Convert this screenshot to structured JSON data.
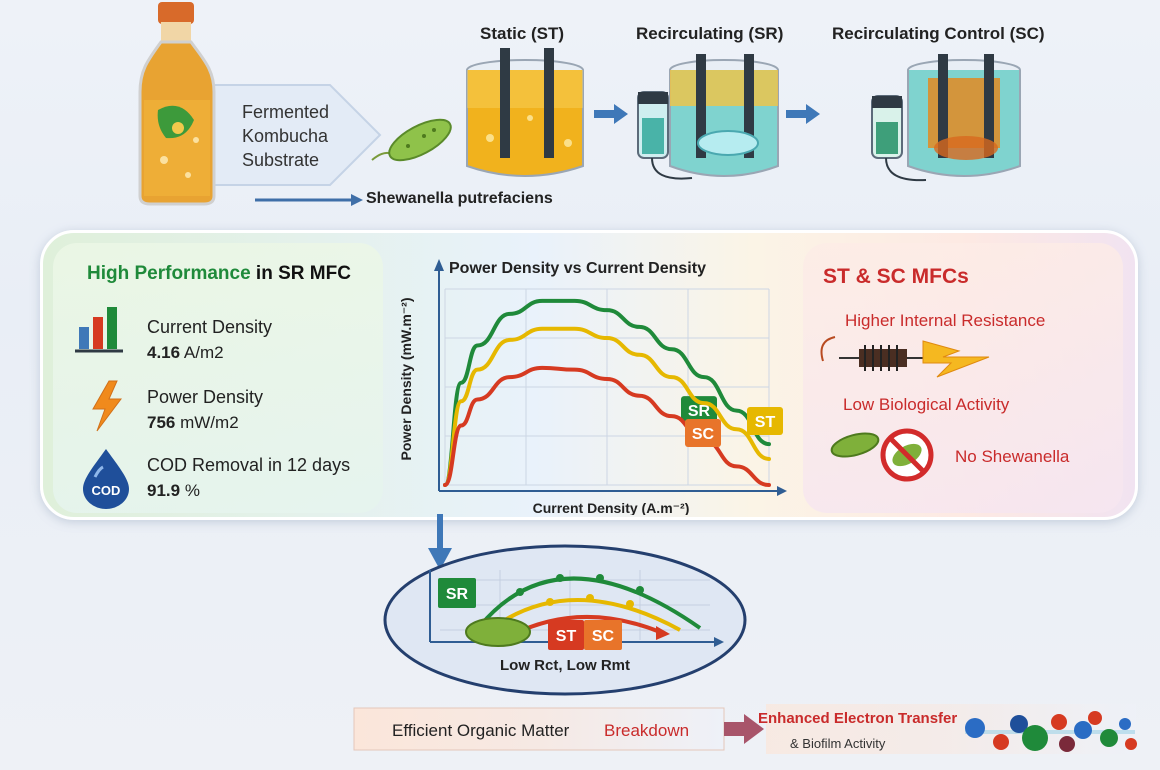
{
  "top": {
    "bottle_label": [
      "Fermented",
      "Kombucha",
      "Substrate"
    ],
    "bacteria_label": "Shewanella putrefaciens",
    "reactors": [
      {
        "title": "Static (ST)"
      },
      {
        "title": "Recirculating (SR)"
      },
      {
        "title": "Recirculating Control (SC)"
      }
    ]
  },
  "left_panel": {
    "title_strong": "High Performance",
    "title_rest": " in SR MFC",
    "metrics": [
      {
        "label": "Current Density",
        "value": "4.16",
        "unit": " A/m2",
        "icon": "bar-chart-icon"
      },
      {
        "label": "Power Density",
        "value": "756",
        "unit": " mW/m2",
        "icon": "lightning-icon"
      },
      {
        "label": "COD Removal in 12 days",
        "value": "91.9",
        "unit": " %",
        "icon": "cod-drop-icon"
      }
    ],
    "cod_text": "COD"
  },
  "chart_data": {
    "type": "line",
    "title": "Power Density vs Current Density",
    "xlabel": "Current Density (A.m⁻²)",
    "ylabel": "Power Density (mW.m⁻²)",
    "x": [
      0,
      0.05,
      0.1,
      0.2,
      0.3,
      0.4,
      0.5,
      0.6,
      0.7,
      0.8,
      0.9,
      1.0
    ],
    "series": [
      {
        "name": "SR",
        "color": "#1f8a3a",
        "values": [
          0,
          0.55,
          0.75,
          0.92,
          0.99,
          0.99,
          0.94,
          0.85,
          0.73,
          0.58,
          0.4,
          0.22
        ]
      },
      {
        "name": "ST",
        "color": "#e6b800",
        "values": [
          0,
          0.45,
          0.62,
          0.78,
          0.84,
          0.84,
          0.79,
          0.7,
          0.58,
          0.44,
          0.3,
          0.14
        ]
      },
      {
        "name": "SC",
        "color": "#d63a21",
        "values": [
          0,
          0.32,
          0.46,
          0.58,
          0.63,
          0.62,
          0.57,
          0.48,
          0.37,
          0.24,
          0.1,
          0.0
        ]
      }
    ],
    "grid": true,
    "legend": "inline"
  },
  "right_panel": {
    "title": "ST & SC MFCs",
    "item1": "Higher Internal Resistance",
    "item2": "Low Biological Activity",
    "item3": "No Shewanella"
  },
  "inset": {
    "labels": [
      "SR",
      "ST",
      "SC"
    ],
    "caption": "Low Rct, Low Rmt"
  },
  "bottom": {
    "text1": "Efficient Organic Matter",
    "text2": "Breakdown",
    "text3": "Enhanced Electron Transfer",
    "text4": "& Biofilm Activity"
  },
  "colors": {
    "sr": "#1f8a3a",
    "st": "#e6b800",
    "sc": "#e8742a",
    "red": "#c92b2b"
  }
}
